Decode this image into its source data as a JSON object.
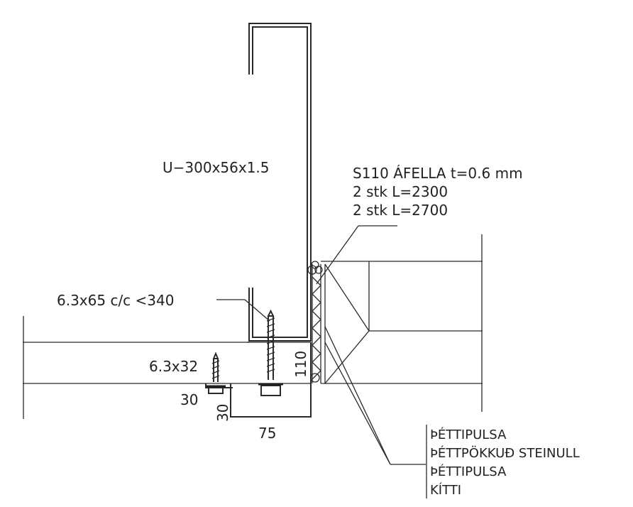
{
  "labels": {
    "channel": "U−300x56x1.5",
    "flashing": {
      "line1": "S110 ÁFELLA t=0.6 mm",
      "line2": "2 stk L=2300",
      "line3": "2 stk L=2700"
    },
    "screw_long": "6.3x65 c/c <340",
    "screw_short": "6.3x32"
  },
  "dimensions": {
    "d110": "110",
    "d30_horizontal": "30",
    "d30_vertical": "30",
    "d75": "75"
  },
  "legend": [
    "ÞÉTTIPULSA",
    "ÞÉTTPÖKKUÐ STEINULL",
    "ÞÉTTIPULSA",
    "KÍTTI"
  ],
  "colors": {
    "line": "#2a2a2a",
    "text": "#222222",
    "background": "#ffffff"
  }
}
